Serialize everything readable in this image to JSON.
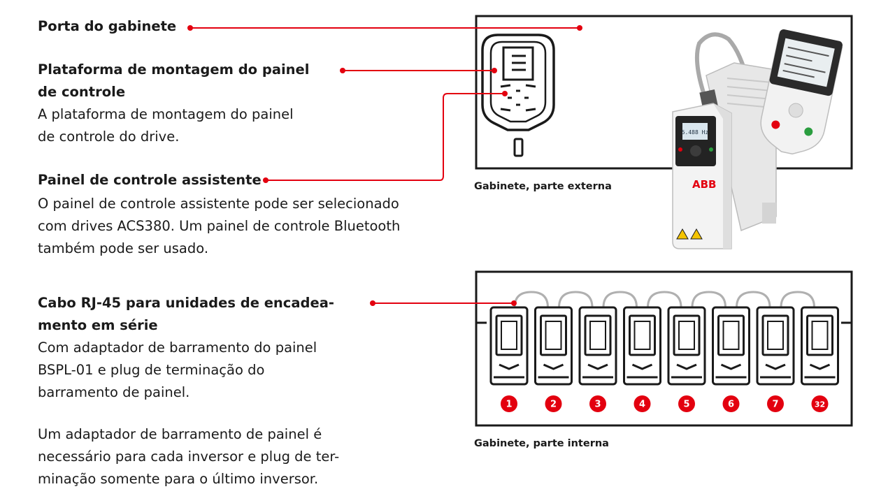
{
  "labels": {
    "porta": "Porta do gabinete",
    "plataforma_title": "Plataforma de montagem do painel\nde controle",
    "plataforma_desc": "A plataforma de montagem do painel\nde controle do drive.",
    "assistente_title": "Painel de controle assistente",
    "assistente_desc": "O painel de controle assistente pode ser selecionado\ncom drives ACS380. Um painel de controle Bluetooth\ntambém pode ser usado.",
    "cabo_title": "Cabo RJ-45 para unidades de encadea-\nmento em série",
    "cabo_desc": "Com adaptador de barramento do painel\nBSPL-01 e plug de terminação do\nbarramento de painel.",
    "adaptador_note": "Um adaptador de barramento de painel é\nnecessário para cada inversor e plug de ter-\nminação somente para o último inversor."
  },
  "captions": {
    "externa": "Gabinete, parte externa",
    "interna": "Gabinete, parte interna"
  },
  "drive": {
    "brand": "ABB",
    "display_value": "5.488 Hz"
  },
  "units": [
    "1",
    "2",
    "3",
    "4",
    "5",
    "6",
    "7",
    "32"
  ],
  "colors": {
    "accent": "#e3000f",
    "ink": "#1a1a1a"
  }
}
